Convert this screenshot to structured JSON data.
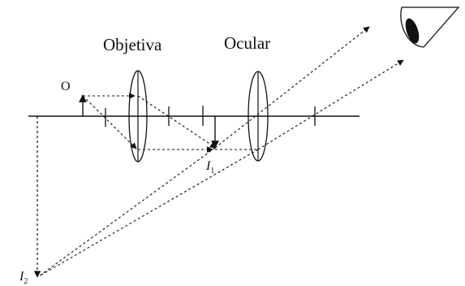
{
  "labels": {
    "objective": "Objetiva",
    "eyepiece": "Ocular",
    "object": "O",
    "image1_letter": "I",
    "image1_sub": "1",
    "image2_letter": "I",
    "image2_sub": "2"
  },
  "colors": {
    "ink": "#111111",
    "background": "#ffffff"
  },
  "icons": {
    "eye": "eye-icon"
  }
}
